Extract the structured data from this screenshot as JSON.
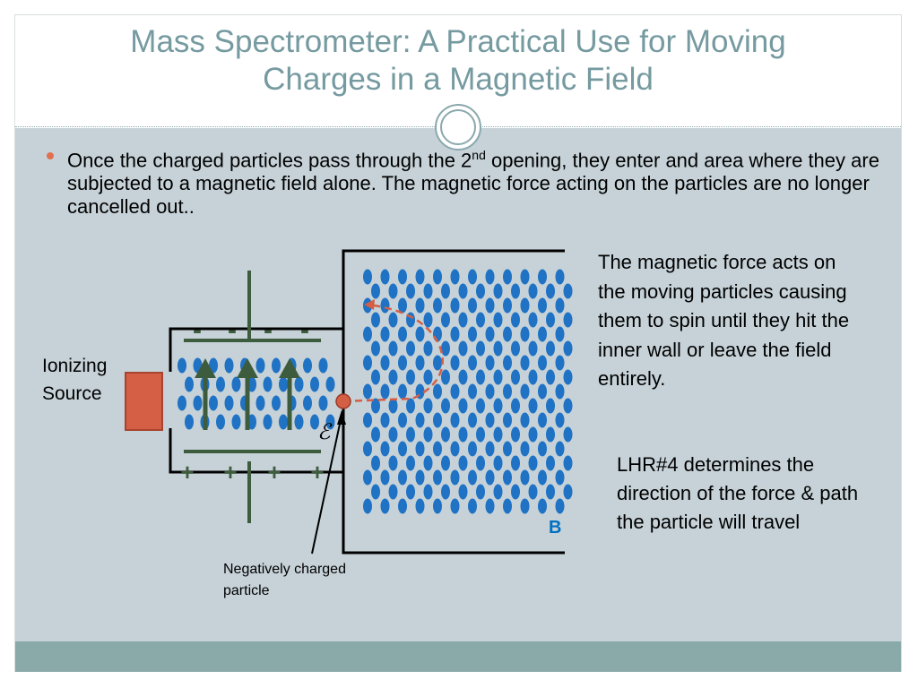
{
  "slide": {
    "title_line1": "Mass Spectrometer: A Practical Use for Moving",
    "title_line2": "Charges in a Magnetic Field",
    "bullet_before_sup": "Once the charged particles pass through the 2",
    "bullet_sup": "nd",
    "bullet_after_sup": " opening, they enter and area where they are subjected to a magnetic field alone.  The magnetic force acting on the particles are no longer cancelled out.."
  },
  "diagram": {
    "ionizing_line1": "Ionizing",
    "ionizing_line2": "Source",
    "negative_line1": "Negatively charged",
    "negative_line2": "particle",
    "field_label": "B",
    "emf_symbol": "ℰ",
    "minus_sign": "-",
    "plus_sign": "+",
    "colors": {
      "field_dots": "#1f72c4",
      "plates": "#3d5c3d",
      "source": "#d45f45",
      "path": "#d45f45",
      "accent_title": "#759aa0"
    }
  },
  "notes": {
    "magnetic_force_text": "The magnetic force acts on the moving particles causing them to spin until they hit the inner wall or leave the field entirely.",
    "lhr_text": "LHR#4 determines the direction of the force & path the particle will travel"
  }
}
